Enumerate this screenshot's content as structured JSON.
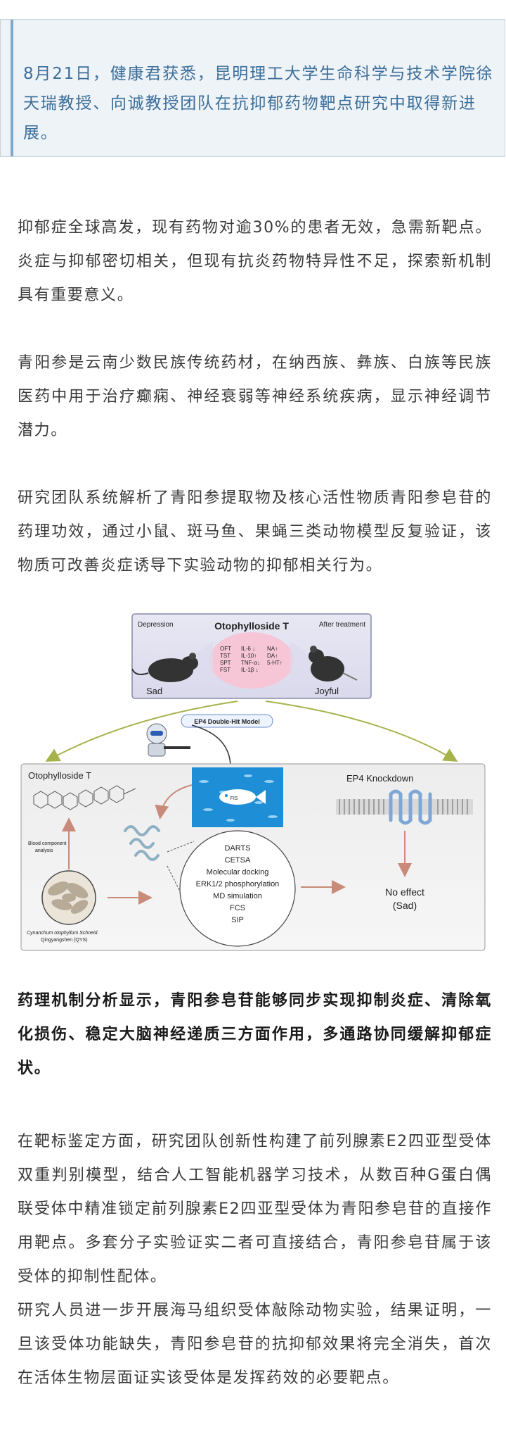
{
  "lead": "8月21日，健康君获悉，昆明理工大学生命科学与技术学院徐天瑞教授、向诚教授团队在抗抑郁药物靶点研究中取得新进展。",
  "paragraphs": {
    "p1": "抑郁症全球高发，现有药物对逾30%的患者无效，急需新靶点。炎症与抑郁密切相关，但现有抗炎药物特异性不足，探索新机制具有重要意义。",
    "p2": "青阳参是云南少数民族传统药材，在纳西族、彝族、白族等民族医药中用于治疗癫痫、神经衰弱等神经系统疾病，显示神经调节潜力。",
    "p3": "研究团队系统解析了青阳参提取物及核心活性物质青阳参皂苷的药理功效，通过小鼠、斑马鱼、果蝇三类动物模型反复验证，该物质可改善炎症诱导下实验动物的抑郁相关行为。",
    "p4": "药理机制分析显示，青阳参皂苷能够同步实现抑制炎症、清除氧化损伤、稳定大脑神经递质三方面作用，多通路协同缓解抑郁症状。",
    "p5": "在靶标鉴定方面，研究团队创新性构建了前列腺素E2四亚型受体双重判别模型，结合人工智能机器学习技术，从数百种G蛋白偶联受体中精准锁定前列腺素E2四亚型受体为青阳参皂苷的直接作用靶点。多套分子实验证实二者可直接结合，青阳参皂苷属于该受体的抑制性配体。",
    "p6": "研究人员进一步开展海马组织受体敲除动物实验，结果证明，一旦该受体功能缺失，青阳参皂苷的抗抑郁效果将完全消失，首次在活体生物层面证实该受体是发挥药效的必要靶点。"
  },
  "figure": {
    "top": {
      "depression": "Depression",
      "title": "Otophylloside T",
      "after": "After treatment",
      "tests": [
        "OFT",
        "TST",
        "SPT",
        "FST"
      ],
      "markers_a": [
        "IL-6 ↓",
        "IL-10↑",
        "TNF-α↓",
        "IL-1β ↓"
      ],
      "markers_b": [
        "NA↑",
        "DA↑",
        "5-HT↑"
      ],
      "sad": "Sad",
      "joyful": "Joyful"
    },
    "model_label": "EP4 Double-Hit Model",
    "left_title": "Otophylloside T",
    "blood": [
      "Blood component",
      "analysis"
    ],
    "plant": [
      "Cynanchum otophyllum Schneid.",
      "Qingyangshen (QYS)"
    ],
    "methods": [
      "DARTS",
      "CETSA",
      "Molecular docking",
      "ERK1/2 phosphorylation",
      "MD simulation",
      "FCS",
      "SIP"
    ],
    "knockdown": "EP4 Knockdown",
    "no_effect": "No effect",
    "no_effect_sub": "(Sad)",
    "fish_label": "FIS"
  }
}
